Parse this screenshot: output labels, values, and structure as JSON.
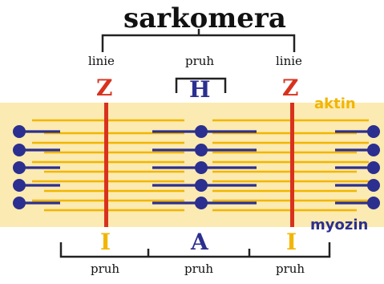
{
  "title": "sarkomera",
  "top_labels": {
    "left_line": "linie",
    "left_letter": "Z",
    "center_line": "pruh",
    "center_letter": "H",
    "right_line": "linie",
    "right_letter": "Z"
  },
  "side_labels": {
    "actin": "aktin",
    "myosin": "myozin"
  },
  "bottom_labels": {
    "left_letter": "I",
    "left_band": "pruh",
    "center_letter": "A",
    "center_band": "pruh",
    "right_letter": "I",
    "right_band": "pruh"
  },
  "colors": {
    "band_background": "#fbeab1",
    "actin": "#f2b500",
    "myosin": "#2b2f8f",
    "z_line": "#d8321e",
    "bracket": "#222222"
  }
}
